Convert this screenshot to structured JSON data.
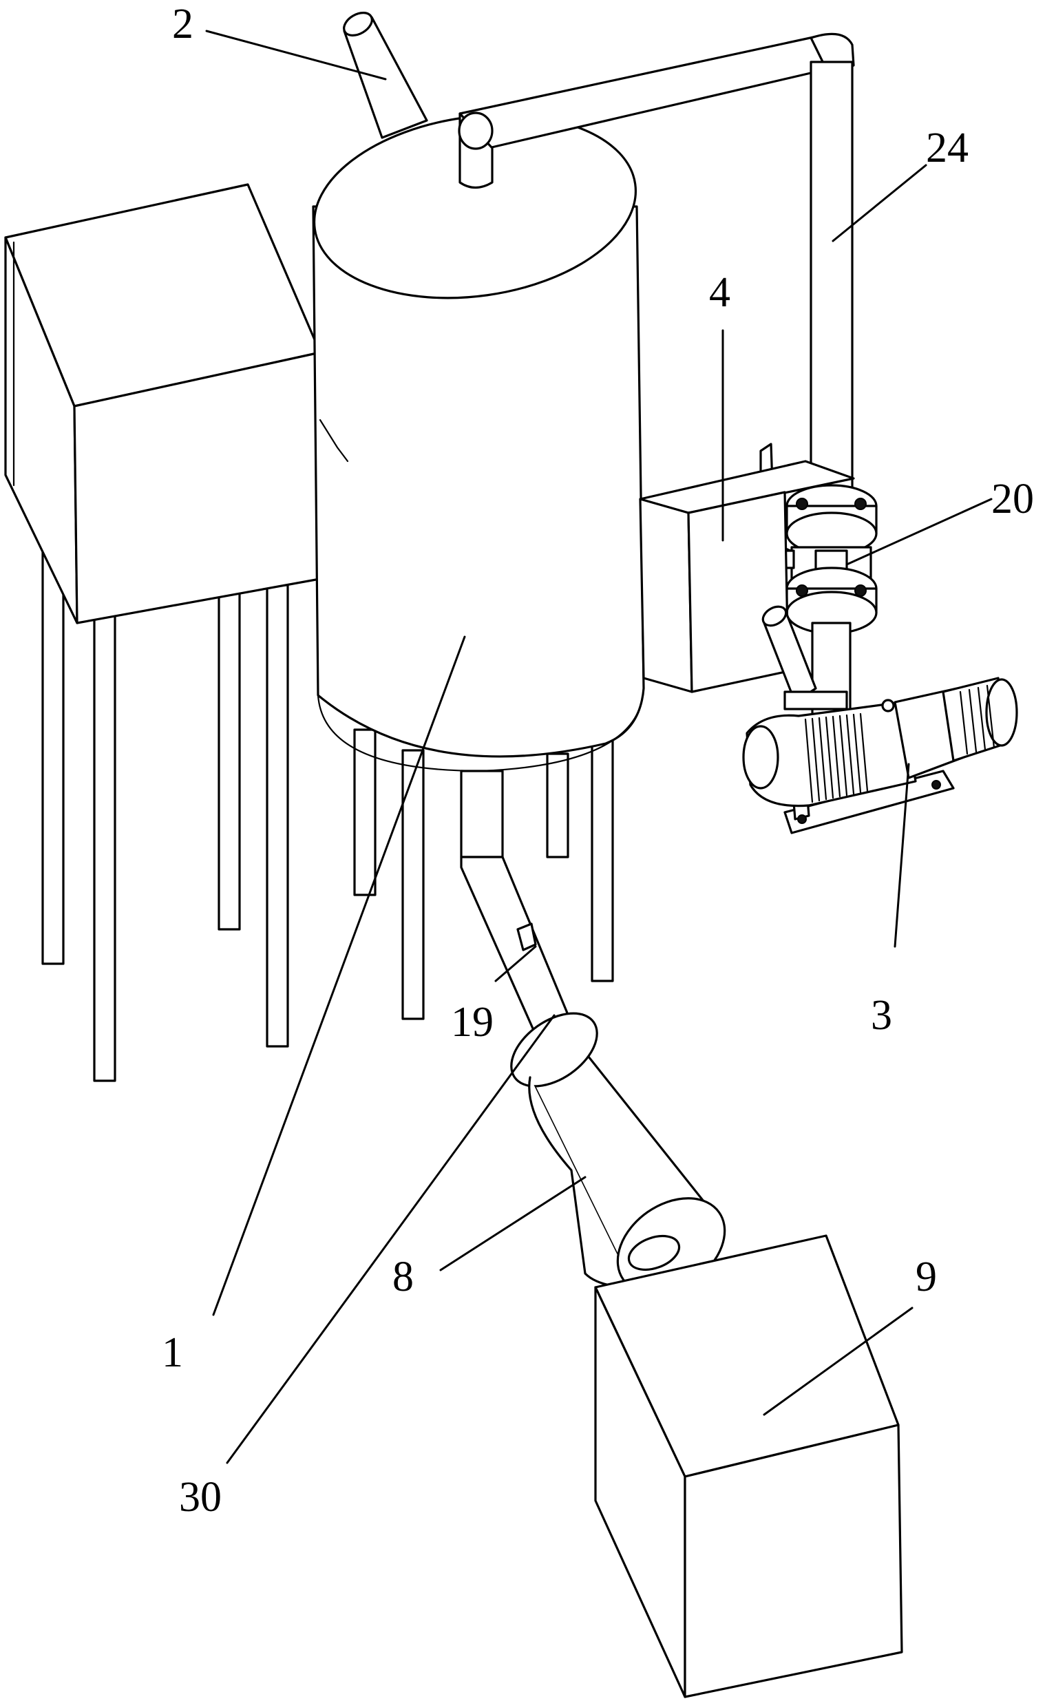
{
  "labels": {
    "n1": "1",
    "n2": "2",
    "n3": "3",
    "n4": "4",
    "n8": "8",
    "n9": "9",
    "n19": "19",
    "n20": "20",
    "n24": "24",
    "n30": "30"
  }
}
